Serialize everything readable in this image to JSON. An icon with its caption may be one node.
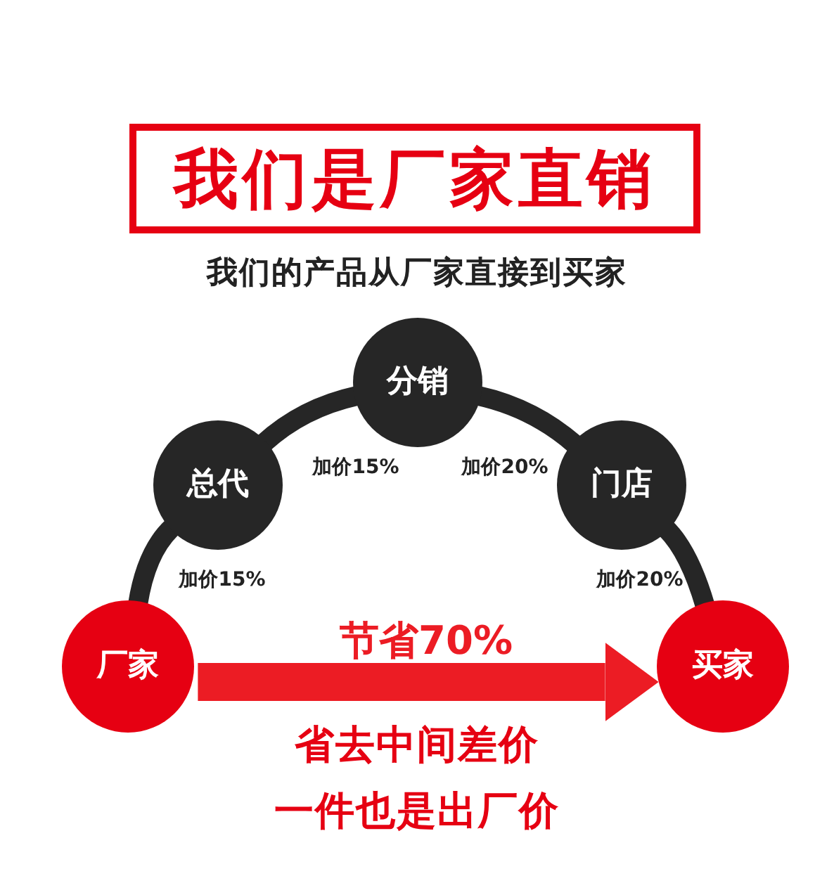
{
  "diagram": {
    "title": "我们是厂家直销",
    "nodes": [
      {
        "text": [
          "厂家"
        ]
      },
      {
        "text": [
          "总代"
        ]
      },
      {
        "text": [
          "分销"
        ]
      },
      {
        "text": [
          "门店"
        ]
      },
      {
        "text": [
          "买家"
        ]
      }
    ],
    "edges": [
      {
        "from": 0,
        "to": 1,
        "arrow": "none",
        "label": "加价15%"
      },
      {
        "from": 1,
        "to": 2,
        "arrow": "none",
        "label": "加价15%"
      },
      {
        "from": 2,
        "to": 3,
        "arrow": "none",
        "label": "加价20%"
      },
      {
        "from": 3,
        "to": 4,
        "arrow": "none",
        "label": "加价20%"
      },
      {
        "from": 0,
        "to": 4,
        "arrow": "to",
        "label": "节省70%",
        "style": "thick",
        "color": "#ec1c24"
      }
    ],
    "labels": [
      "我们的产品从厂家直接到买家",
      "省去中间差价",
      "一件也是出厂价"
    ]
  }
}
